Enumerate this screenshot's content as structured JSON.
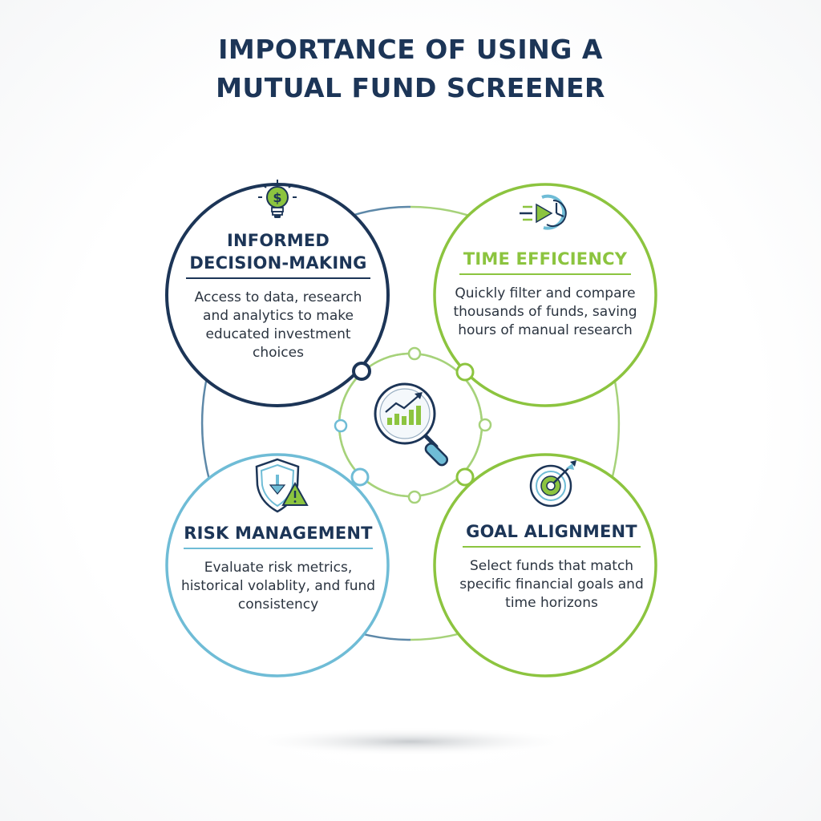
{
  "title": {
    "line1": "IMPORTANCE OF USING A",
    "line2": "MUTUAL FUND SCREENER"
  },
  "colors": {
    "navy": "#1c3557",
    "green": "#8cc43f",
    "blue": "#6fbcd6"
  },
  "center": {
    "icon": "magnifier-chart-icon"
  },
  "cards": [
    {
      "heading": "INFORMED DECISION-MAKING",
      "heading_line1": "INFORMED",
      "heading_line2": "DECISION-MAKING",
      "body": "Access to data, research and analytics to make educated investment choices",
      "icon": "lightbulb-dollar-icon",
      "color": "#1c3557"
    },
    {
      "heading": "TIME EFFICIENCY",
      "body": "Quickly filter and compare thousands of funds, saving hours of manual research",
      "icon": "fast-clock-icon",
      "color": "#8cc43f"
    },
    {
      "heading": "RISK MANAGEMENT",
      "body": "Evaluate risk metrics, historical volablity, and fund consistency",
      "icon": "shield-warning-icon",
      "color": "#6fbcd6"
    },
    {
      "heading": "GOAL ALIGNMENT",
      "body": "Select funds that match specific financial goals and time horizons",
      "icon": "target-arrow-icon",
      "color": "#8cc43f"
    }
  ]
}
